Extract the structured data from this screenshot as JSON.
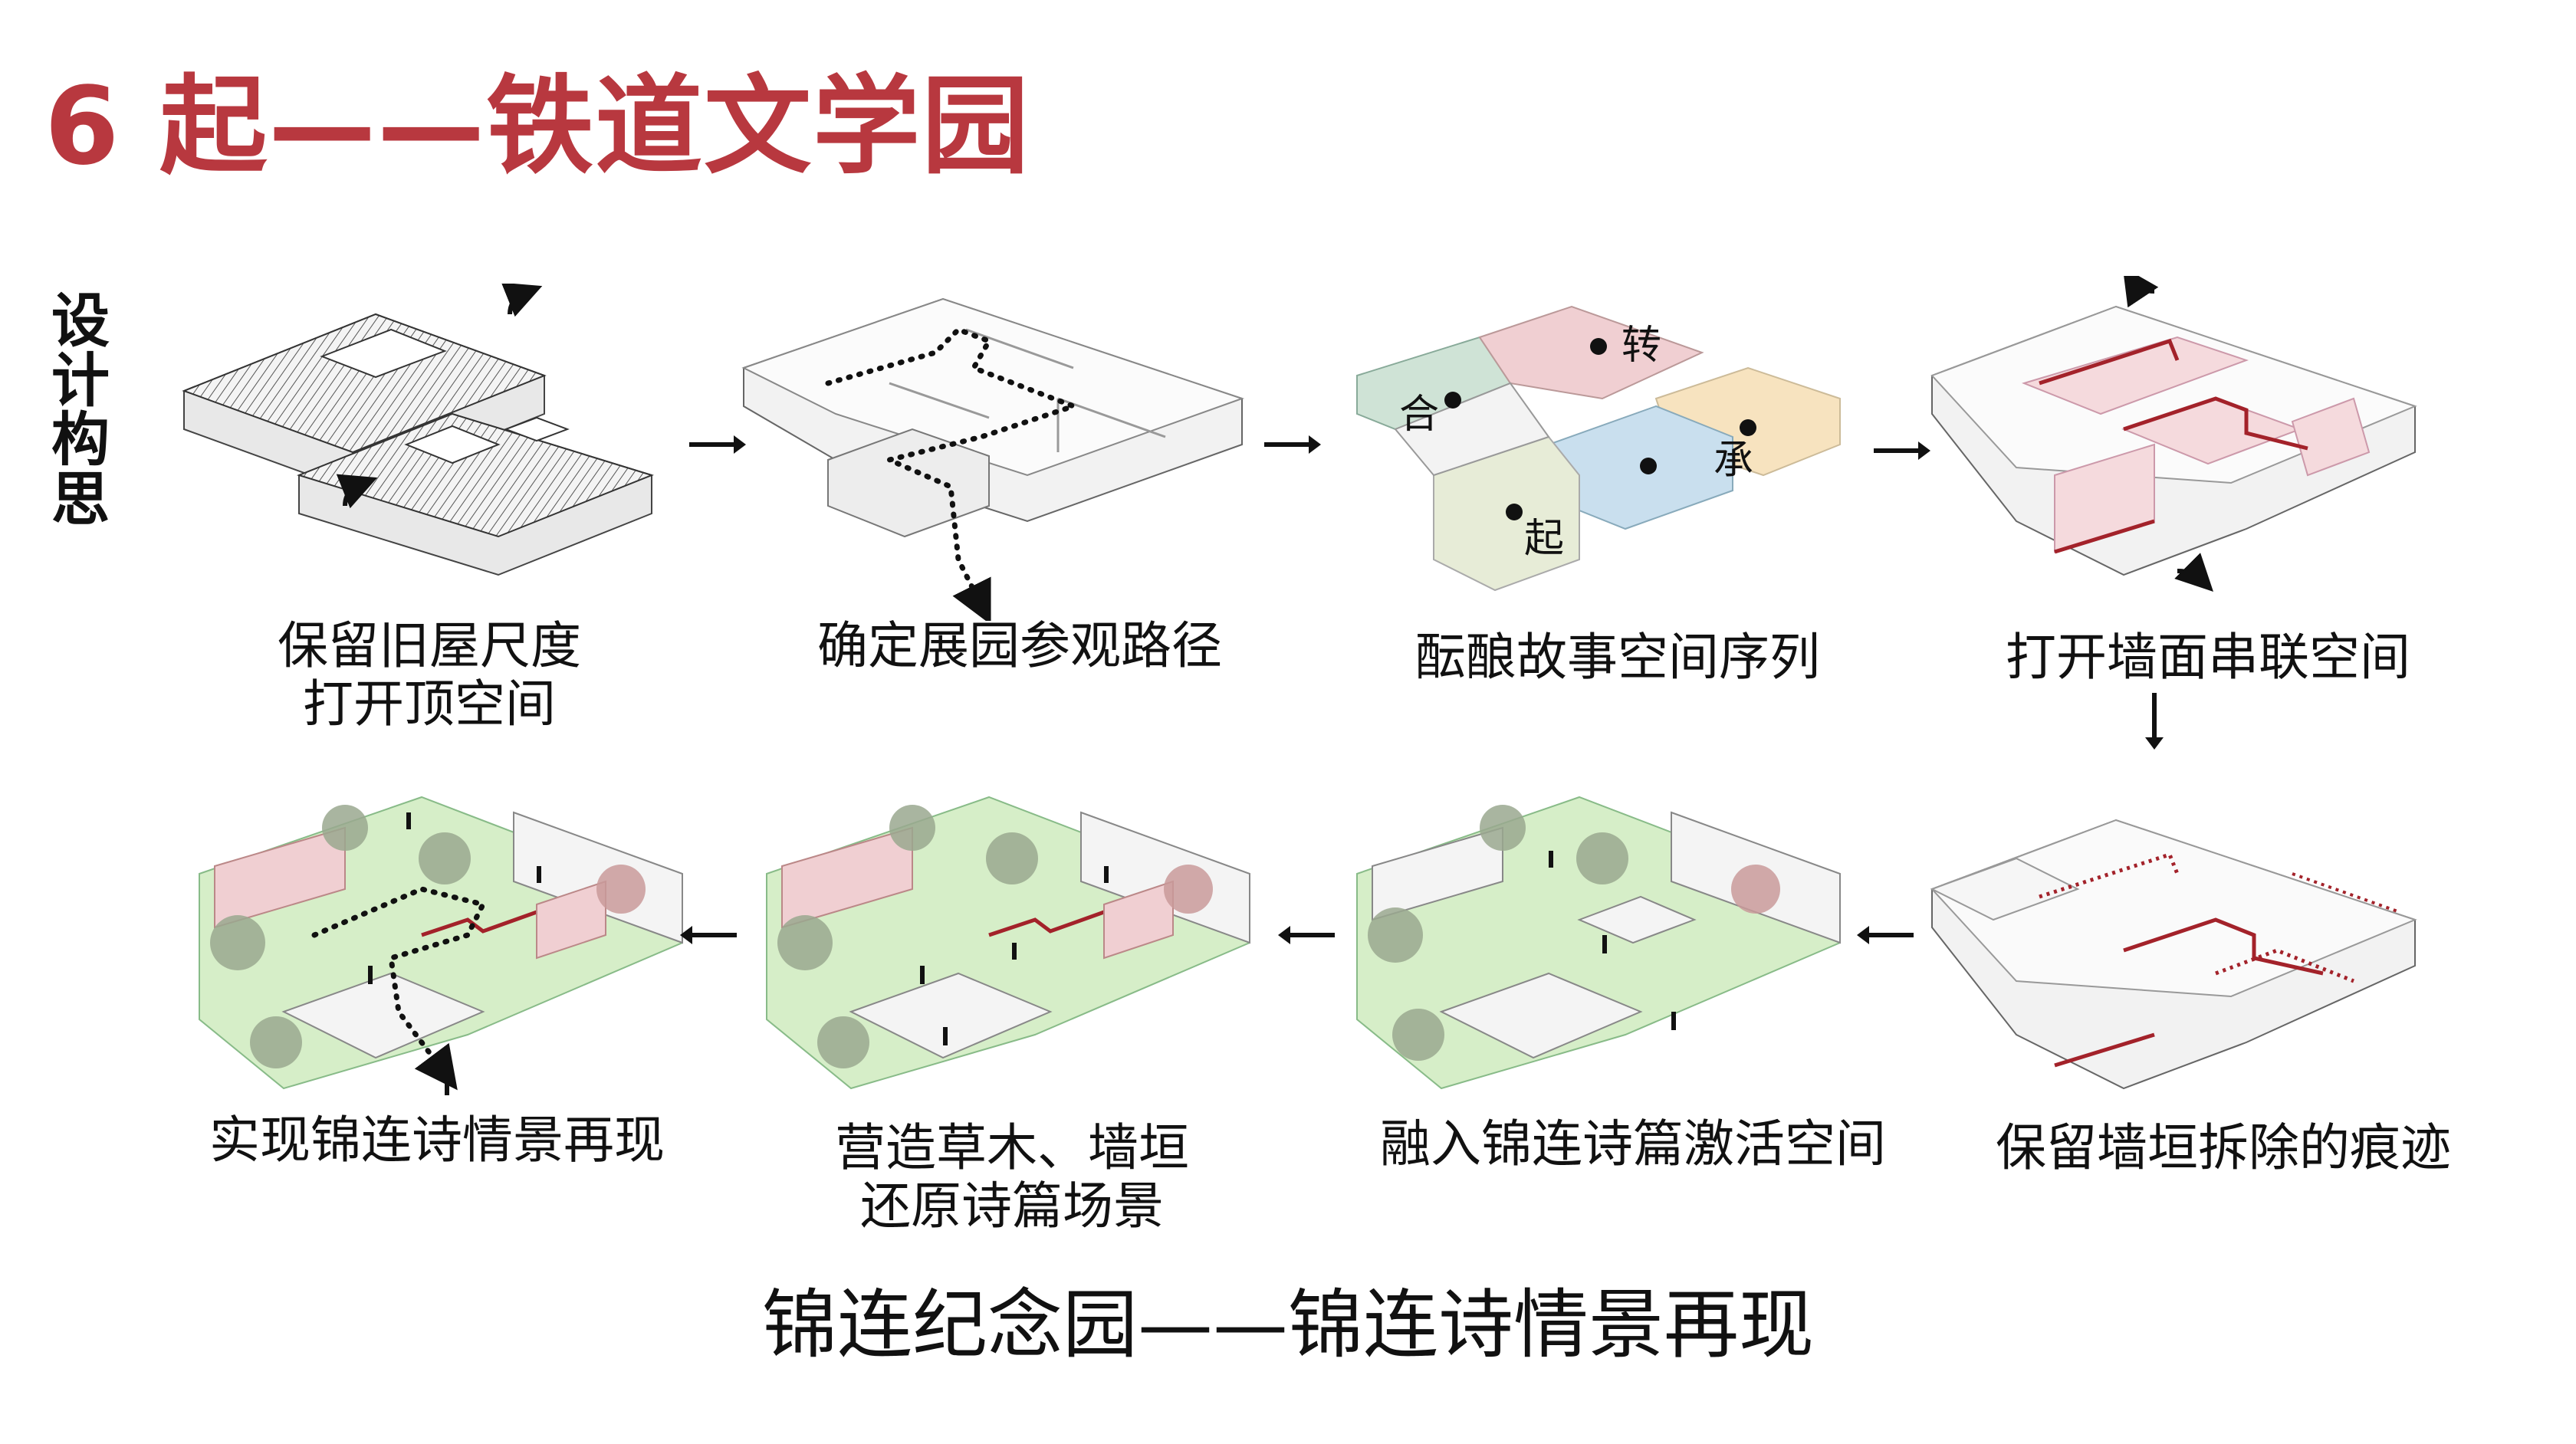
{
  "title": "6 起——铁道文学园",
  "side_label": [
    "设",
    "计",
    "构",
    "思"
  ],
  "steps": [
    {
      "lines": [
        "保留旧屋尺度",
        "打开顶空间"
      ]
    },
    {
      "lines": [
        "确定展园参观路径"
      ]
    },
    {
      "lines": [
        "酝酿故事空间序列"
      ],
      "markers": [
        "合",
        "转",
        "承",
        "起"
      ]
    },
    {
      "lines": [
        "打开墙面串联空间"
      ]
    },
    {
      "lines": [
        "保留墙垣拆除的痕迹"
      ]
    },
    {
      "lines": [
        "融入锦连诗篇激活空间"
      ]
    },
    {
      "lines": [
        "营造草木、墙垣",
        "还原诗篇场景"
      ]
    },
    {
      "lines": [
        "实现锦连诗情景再现"
      ]
    }
  ],
  "bottom_title": "锦连纪念园——锦连诗情景再现",
  "colors": {
    "title_red": "#b8383f",
    "zone_green": "#cfe3d6",
    "zone_red": "#f0cfd2",
    "zone_blue": "#c9dfee",
    "zone_yellow": "#f7e3bf",
    "zone_cream": "#e7ecd7",
    "lawn_green": "#d6eec8",
    "wall_trace_red": "#a3222a"
  }
}
